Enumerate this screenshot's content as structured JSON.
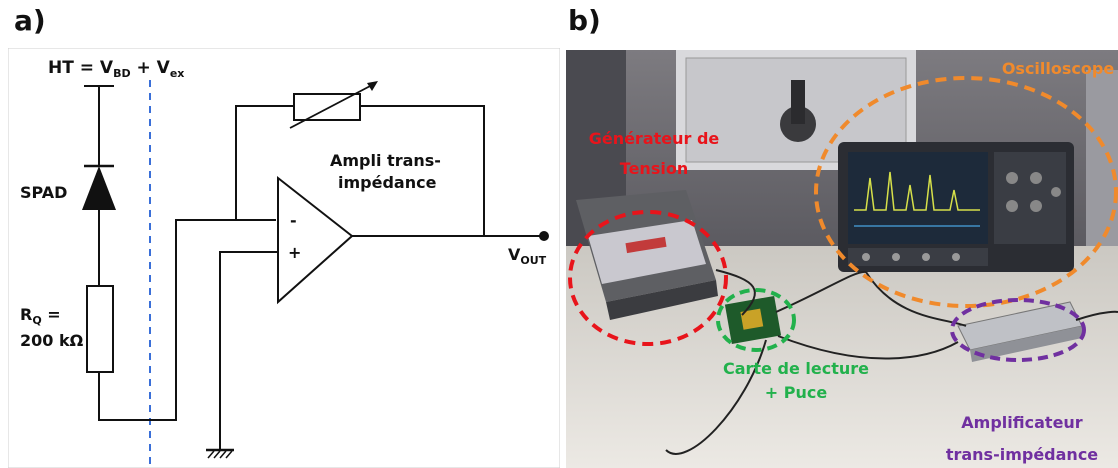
{
  "panels": {
    "a_label": "a)",
    "b_label": "b)"
  },
  "circuit": {
    "ht_label": "HT = V",
    "ht_sub1": "BD",
    "ht_plus": " + V",
    "ht_sub2": "ex",
    "spad_label": "SPAD",
    "rq_label": "R",
    "rq_sub": "Q",
    "rq_eq": " =",
    "rq_value": "200 kΩ",
    "amp_label_line1": "Ampli trans-",
    "amp_label_line2": "impédance",
    "minus": "-",
    "plus": "+",
    "vout_label": "V",
    "vout_sub": "OUT"
  },
  "photo": {
    "generator_line1": "Générateur de",
    "generator_line2": "Tension",
    "oscilloscope": "Oscilloscope",
    "card_line1": "Carte de lecture",
    "card_line2": "+ Puce",
    "amp_line1": "Amplificateur",
    "amp_line2": "trans-impédance",
    "colors": {
      "generator": "#e8141b",
      "oscilloscope": "#f08a2c",
      "card": "#22b14c",
      "amplifier": "#7030a0"
    }
  }
}
